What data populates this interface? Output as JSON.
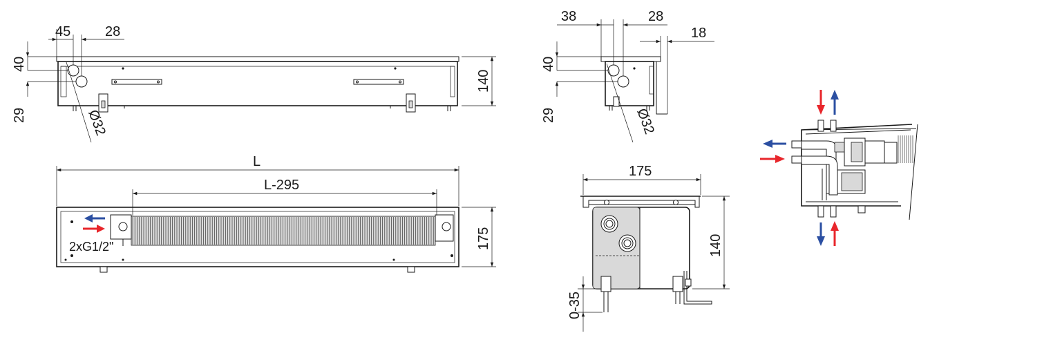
{
  "dimensions": {
    "side_pipe_offset": "45",
    "side_pipe_spacing": "28",
    "side_top_offset": "40",
    "side_bottom_offset": "29",
    "side_height": "140",
    "side_pipe_diameter": "Ø32",
    "end_offset": "38",
    "end_pipe_spacing": "28",
    "end_side_gap": "18",
    "end_top_offset": "40",
    "end_bottom_offset": "29",
    "end_pipe_diameter": "Ø32",
    "top_length": "L",
    "top_exchanger_length": "L-295",
    "top_width": "175",
    "top_connection": "2xG1/2\"",
    "cross_width": "175",
    "cross_height": "140",
    "cross_leveling": "0-35"
  },
  "colors": {
    "supply_arrow": "#e8262b",
    "return_arrow": "#2b4fa2",
    "line": "#1a1a1a"
  }
}
